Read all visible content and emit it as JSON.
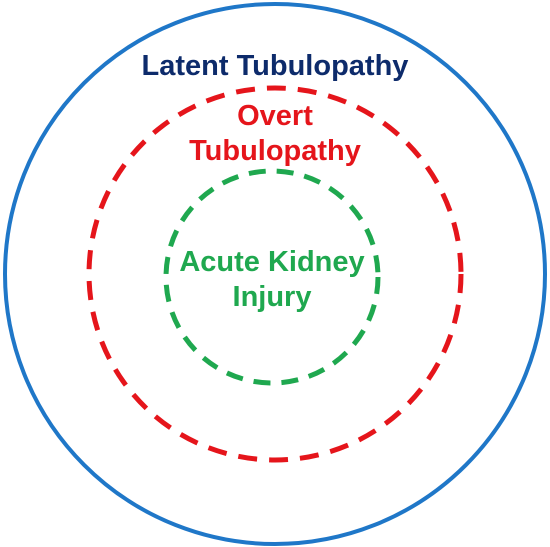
{
  "diagram": {
    "outer": {
      "label": "Latent Tubulopathy",
      "color": "#1f77c8",
      "label_color": "#0d2b6b",
      "line_style": "solid"
    },
    "middle": {
      "label_line1": "Overt",
      "label_line2": "Tubulopathy",
      "color": "#e5151b",
      "line_style": "dashed"
    },
    "inner": {
      "label_line1": "Acute Kidney",
      "label_line2": "Injury",
      "color": "#1fa84f",
      "line_style": "dashed"
    }
  }
}
